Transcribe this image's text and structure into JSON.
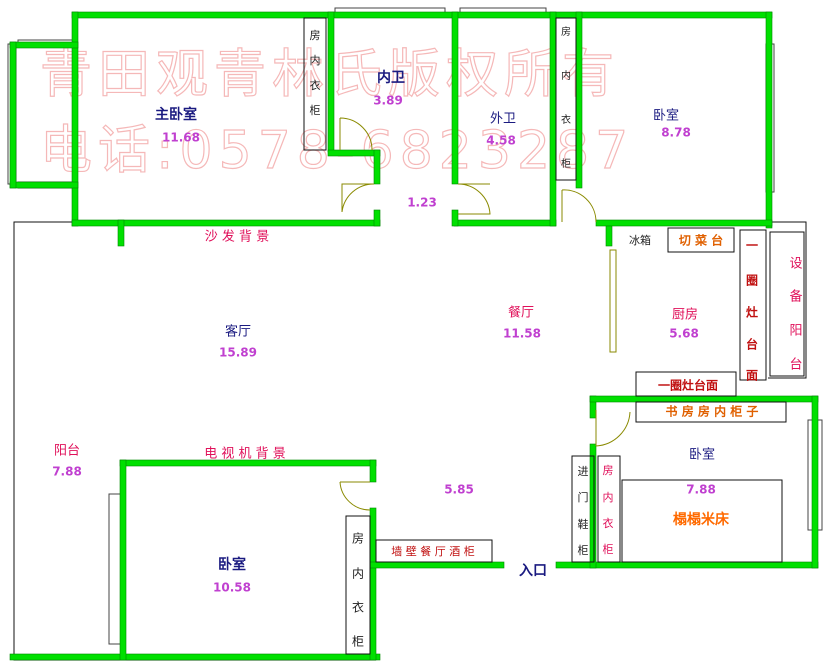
{
  "watermark": {
    "line1": "青田观青林氏版权所有",
    "line2": "电话:0578-6823287"
  },
  "rooms": {
    "master_bedroom": {
      "name": "主卧室",
      "area": "11.68"
    },
    "inner_bath": {
      "name": "内卫",
      "area": "3.89"
    },
    "outer_bath": {
      "name": "外卫",
      "area": "4.58"
    },
    "bedroom_ne": {
      "name": "卧室",
      "area": "8.78"
    },
    "hall_small": {
      "area": "1.23"
    },
    "living": {
      "name": "客厅",
      "area": "15.89"
    },
    "dining": {
      "name": "餐厅",
      "area": "11.58"
    },
    "kitchen": {
      "name": "厨房",
      "area": "5.68"
    },
    "balcony": {
      "name": "阳台",
      "area": "7.88"
    },
    "corridor": {
      "area": "5.85"
    },
    "bedroom_sw": {
      "name": "卧室",
      "area": "10.58"
    },
    "bedroom_se": {
      "name": "卧室",
      "area": "7.88"
    }
  },
  "fixtures": {
    "closet_chars": [
      "房",
      "内",
      "衣",
      "柜"
    ],
    "shoe_cabinet_chars": [
      "进",
      "门",
      "鞋",
      "柜"
    ],
    "equip_balcony_chars": [
      "设",
      "备",
      "阳",
      "台"
    ],
    "stove_ring_chars": [
      "一",
      "圈",
      "灶",
      "台",
      "面"
    ],
    "sofa_wall": "沙 发 背 景",
    "tv_wall": "电 视 机 背 景",
    "fridge": "冰箱",
    "cutting_counter": "切 菜 台",
    "stove_counter": "一圈灶台面",
    "study_cabinet": "书 房 房 内 柜 子",
    "wine_cabinet": "墙 壁 餐 厅 酒 柜",
    "tatami": "榻榻米床",
    "entrance": "入口"
  }
}
